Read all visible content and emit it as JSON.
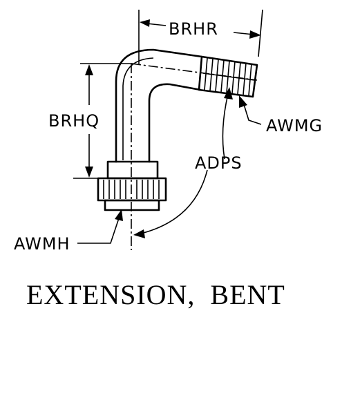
{
  "labels": {
    "brhr": "BRHR",
    "brhq": "BRHQ",
    "awmg": "AWMG",
    "adps": "ADPS",
    "awmh": "AWMH"
  },
  "title": "EXTENSION,  BENT"
}
